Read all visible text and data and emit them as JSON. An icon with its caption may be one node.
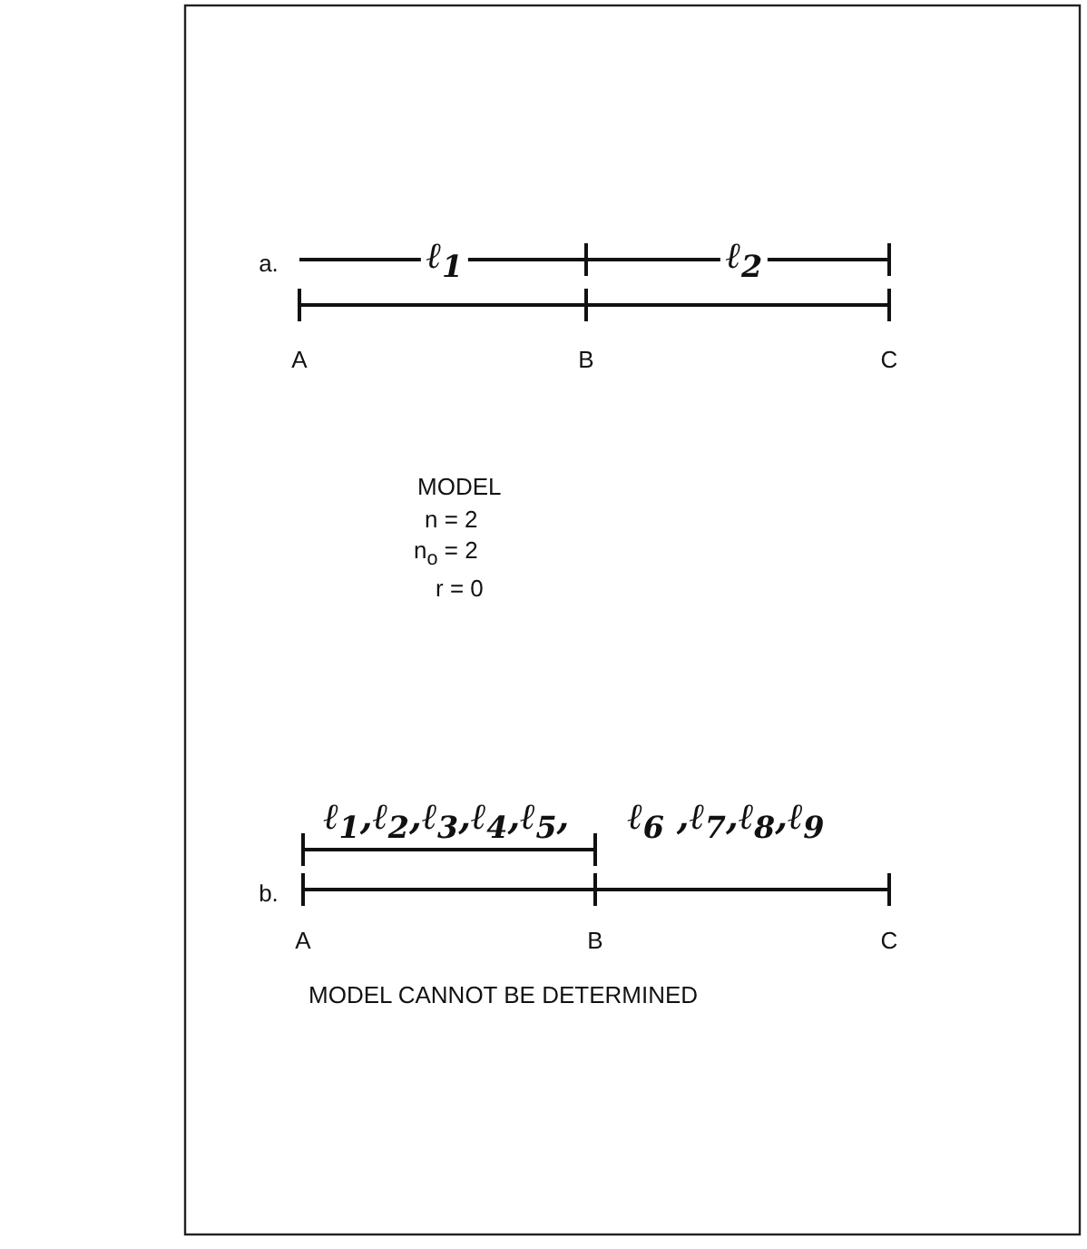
{
  "diagram": {
    "labels": [
      "a.",
      "ℓ$_{1}$",
      "ℓ$_{2}$",
      "A",
      "B",
      "C",
      "MODEL",
      "n = 2",
      "n$_{o}$ = 2",
      "r = 0",
      "b.",
      "ℓ$_{1}$,ℓ$_{2}$,ℓ$_{3}$,ℓ$_{4}$,ℓ$_{5}$,",
      "ℓ$_{6}$ ,ℓ$_{7}$,ℓ$_{8}$,ℓ$_{9}$",
      "A",
      "B",
      "C",
      "MODEL CANNOT BE DETERMINED"
    ]
  }
}
